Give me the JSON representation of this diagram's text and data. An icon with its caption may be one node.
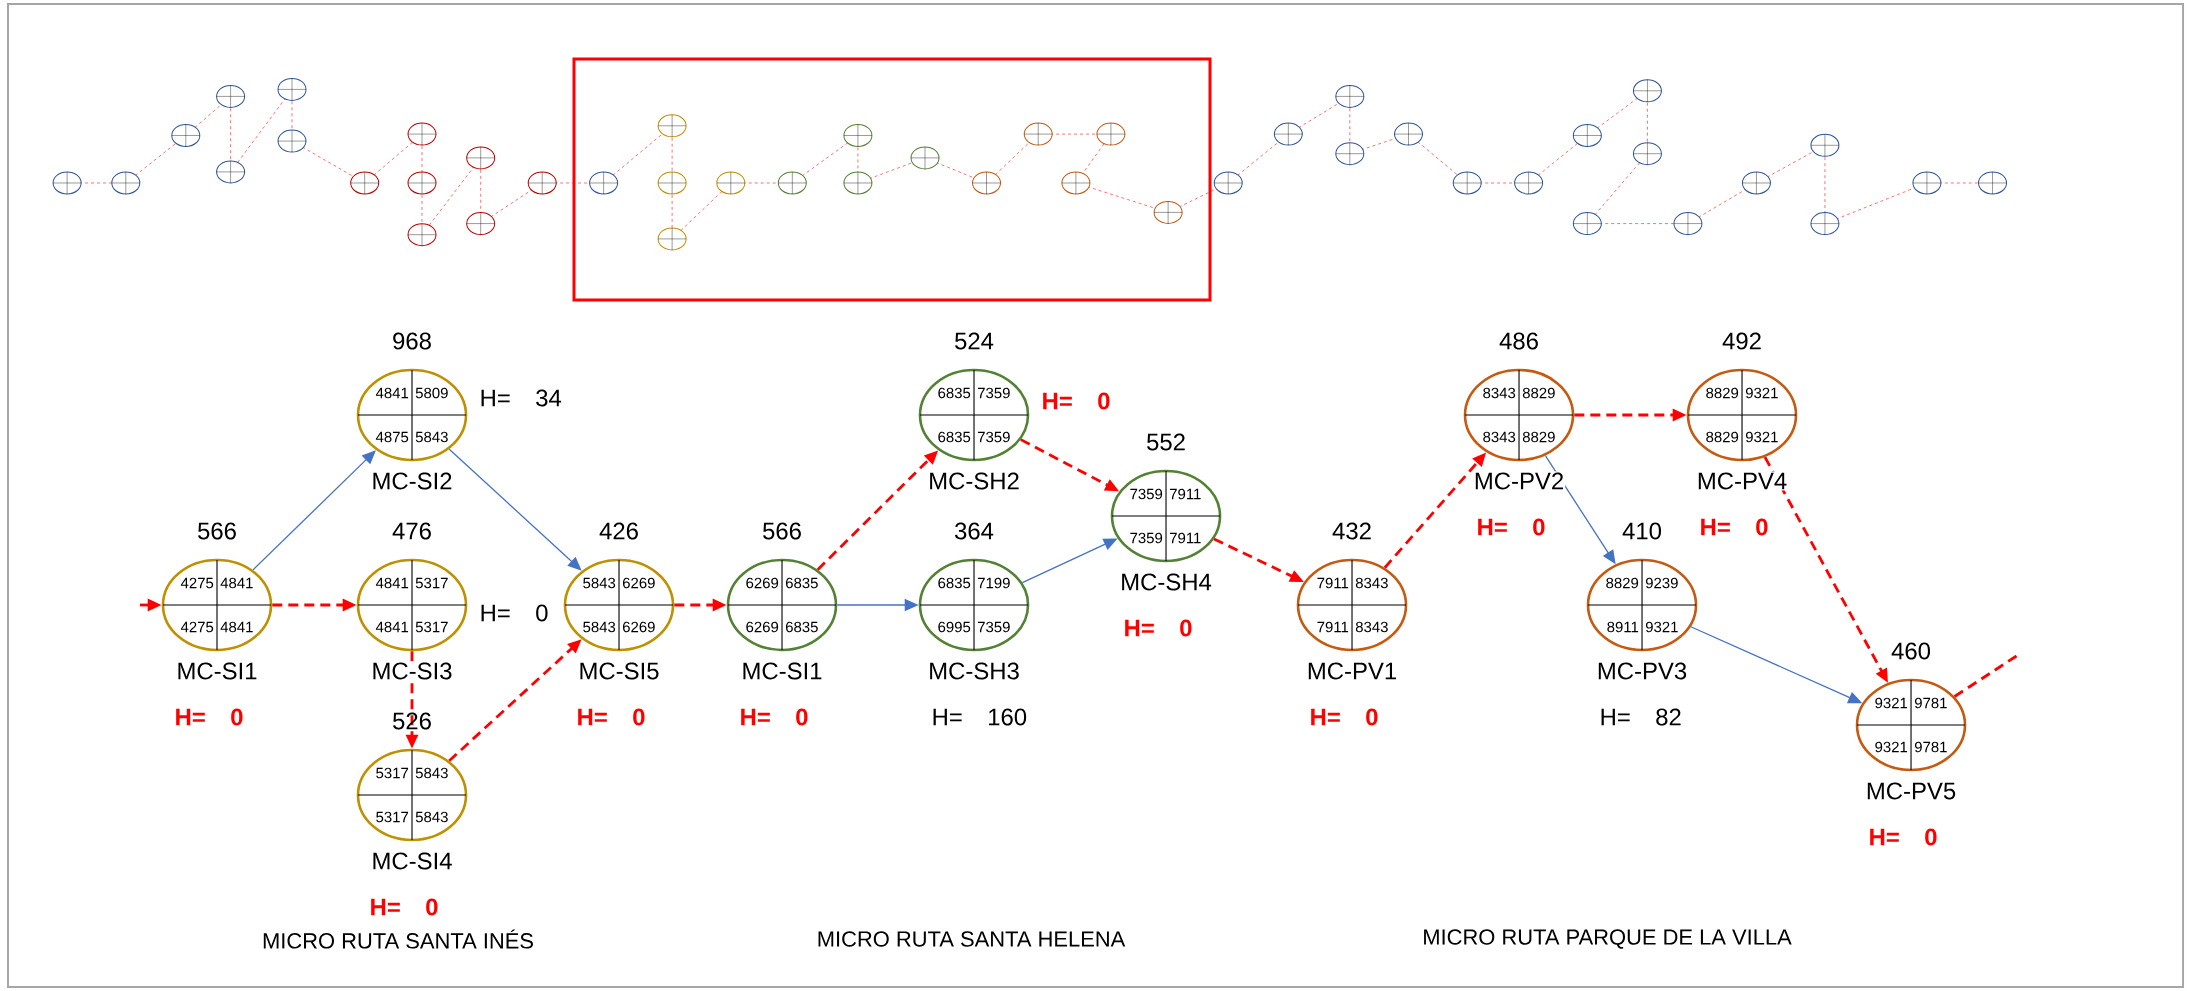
{
  "diagram": {
    "nodes": [
      {
        "text": [
          "4275",
          "4841",
          "4275",
          "4841"
        ],
        "beside": [
          "566",
          "MC-SI1",
          "H=",
          "0"
        ]
      },
      {
        "text": [
          "4841",
          "5809",
          "4875",
          "5843"
        ],
        "beside": [
          "968",
          "MC-SI2",
          "H=",
          "34"
        ]
      },
      {
        "text": [
          "4841",
          "5317",
          "4841",
          "5317"
        ],
        "beside": [
          "476",
          "MC-SI3",
          "H=",
          "0"
        ]
      },
      {
        "text": [
          "5317",
          "5843",
          "5317",
          "5843"
        ],
        "beside": [
          "526",
          "MC-SI4",
          "H=",
          "0"
        ]
      },
      {
        "text": [
          "5843",
          "6269",
          "5843",
          "6269"
        ],
        "beside": [
          "426",
          "MC-SI5",
          "H=",
          "0"
        ]
      },
      {
        "text": [
          "6269",
          "6835",
          "6269",
          "6835"
        ],
        "beside": [
          "566",
          "MC-SI1",
          "H=",
          "0"
        ]
      },
      {
        "text": [
          "6835",
          "7359",
          "6835",
          "7359"
        ],
        "beside": [
          "524",
          "MC-SH2",
          "H=",
          "0"
        ]
      },
      {
        "text": [
          "6835",
          "7199",
          "6995",
          "7359"
        ],
        "beside": [
          "364",
          "MC-SH3",
          "H=",
          "160"
        ]
      },
      {
        "text": [
          "7359",
          "7911",
          "7359",
          "7911"
        ],
        "beside": [
          "552",
          "MC-SH4",
          "H=",
          "0"
        ]
      },
      {
        "text": [
          "7911",
          "8343",
          "7911",
          "8343"
        ],
        "beside": [
          "432",
          "MC-PV1",
          "H=",
          "0"
        ]
      },
      {
        "text": [
          "8343",
          "8829",
          "8343",
          "8829"
        ],
        "beside": [
          "486",
          "MC-PV2",
          "H=",
          "0"
        ]
      },
      {
        "text": [
          "8829",
          "9239",
          "8911",
          "9321"
        ],
        "beside": [
          "410",
          "MC-PV3",
          "H=",
          "82"
        ]
      },
      {
        "text": [
          "8829",
          "9321",
          "8829",
          "9321"
        ],
        "beside": [
          "492",
          "MC-PV4",
          "H=",
          "0"
        ]
      },
      {
        "text": [
          "9321",
          "9781",
          "9321",
          "9781"
        ],
        "beside": [
          "460",
          "MC-PV5",
          "H=",
          "0"
        ]
      }
    ],
    "edges": [
      {
        "from": null,
        "to": 0,
        "arrow": "to",
        "style": "dashed"
      },
      {
        "from": 0,
        "to": 1,
        "arrow": "to",
        "color": "#4472c4"
      },
      {
        "from": 0,
        "to": 2,
        "arrow": "to",
        "style": "dashed"
      },
      {
        "from": 1,
        "to": 4,
        "arrow": "to",
        "color": "#4472c4"
      },
      {
        "from": 2,
        "to": 3,
        "arrow": "to",
        "style": "dashed"
      },
      {
        "from": 3,
        "to": 4,
        "arrow": "to",
        "style": "dashed"
      },
      {
        "from": 4,
        "to": 5,
        "arrow": "to",
        "style": "dashed"
      },
      {
        "from": 5,
        "to": 6,
        "arrow": "to",
        "style": "dashed"
      },
      {
        "from": 5,
        "to": 7,
        "arrow": "to",
        "color": "#4472c4"
      },
      {
        "from": 6,
        "to": 8,
        "arrow": "to",
        "style": "dashed"
      },
      {
        "from": 7,
        "to": 8,
        "arrow": "to",
        "color": "#4472c4"
      },
      {
        "from": 8,
        "to": 9,
        "arrow": "to",
        "style": "dashed"
      },
      {
        "from": 9,
        "to": 10,
        "arrow": "to",
        "style": "dashed"
      },
      {
        "from": 10,
        "to": 11,
        "arrow": "to",
        "color": "#4472c4"
      },
      {
        "from": 10,
        "to": 12,
        "arrow": "to",
        "style": "dashed"
      },
      {
        "from": 11,
        "to": 13,
        "arrow": "to",
        "color": "#4472c4"
      },
      {
        "from": 12,
        "to": 13,
        "arrow": "to",
        "style": "dashed"
      },
      {
        "from": 13,
        "to": null,
        "arrow": "none",
        "style": "dashed"
      }
    ],
    "labels": [
      "MICRO RUTA SANTA INÉS",
      "MICRO RUTA SANTA HELENA",
      "MICRO RUTA PARQUE DE LA VILLA"
    ]
  }
}
